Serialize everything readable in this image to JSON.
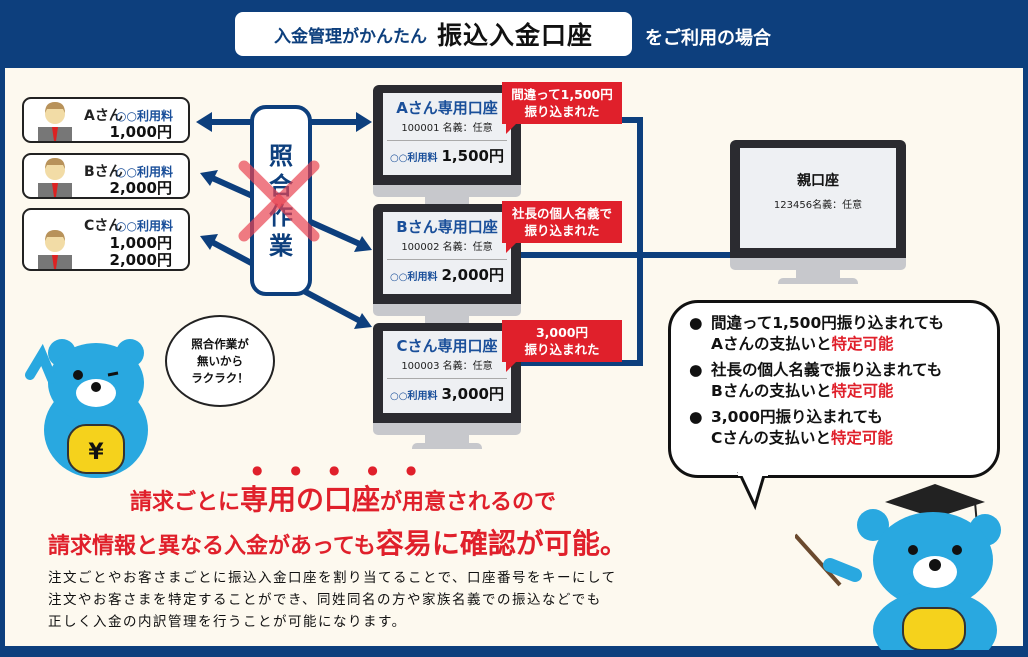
{
  "header": {
    "prefix": "入金管理がかんたん",
    "product": "振込入金口座",
    "suffix": "をご利用の場合"
  },
  "customers": [
    {
      "name": "Aさん",
      "fee": "○○利用料",
      "amounts": [
        "1,000円"
      ]
    },
    {
      "name": "Bさん",
      "fee": "○○利用料",
      "amounts": [
        "2,000円"
      ]
    },
    {
      "name": "Cさん",
      "fee": "○○利用料",
      "amounts": [
        "1,000円",
        "2,000円"
      ]
    }
  ],
  "reconcile": {
    "chars": [
      "照",
      "合",
      "作",
      "業"
    ]
  },
  "accounts": [
    {
      "title": "Aさん専用口座",
      "number": "100001 名義：任意",
      "fee": "○○利用料",
      "amount": "1,500円",
      "callout": [
        "間違って1,500円",
        "振り込まれた"
      ]
    },
    {
      "title": "Bさん専用口座",
      "number": "100002 名義：任意",
      "fee": "○○利用料",
      "amount": "2,000円",
      "callout": [
        "社長の個人名義で",
        "振り込まれた"
      ]
    },
    {
      "title": "Cさん専用口座",
      "number": "100003 名義：任意",
      "fee": "○○利用料",
      "amount": "3,000円",
      "callout": [
        "3,000円",
        "振り込まれた"
      ]
    }
  ],
  "parent": {
    "title": "親口座",
    "number": "123456名義：任意"
  },
  "bubble_left": [
    "照合作業が",
    "無いから",
    "ラクラク！"
  ],
  "bubble_right": [
    {
      "line1": "間違って1,500円振り込まれても",
      "line2a": "Aさんの支払いと",
      "line2b": "特定可能"
    },
    {
      "line1": "社長の個人名義で振り込まれても",
      "line2a": "Bさんの支払いと",
      "line2b": "特定可能"
    },
    {
      "line1": "3,000円振り込まれても",
      "line2a": "Cさんの支払いと",
      "line2b": "特定可能"
    }
  ],
  "headline": {
    "l1a": "請求ごとに",
    "l1b": "専用の口座",
    "l1c": "が用意されるので",
    "l2a": "請求情報と異なる入金があっても",
    "l2b": "容易に確認が可能。"
  },
  "body": [
    "注文ごとやお客さまごとに振込入金口座を割り当てることで、口座番号をキーにして",
    "注文やお客さまを特定することができ、同姓同名の方や家族名義での振込などでも",
    "正しく入金の内訳管理を行うことが可能になります。"
  ],
  "bear_coin": "¥"
}
